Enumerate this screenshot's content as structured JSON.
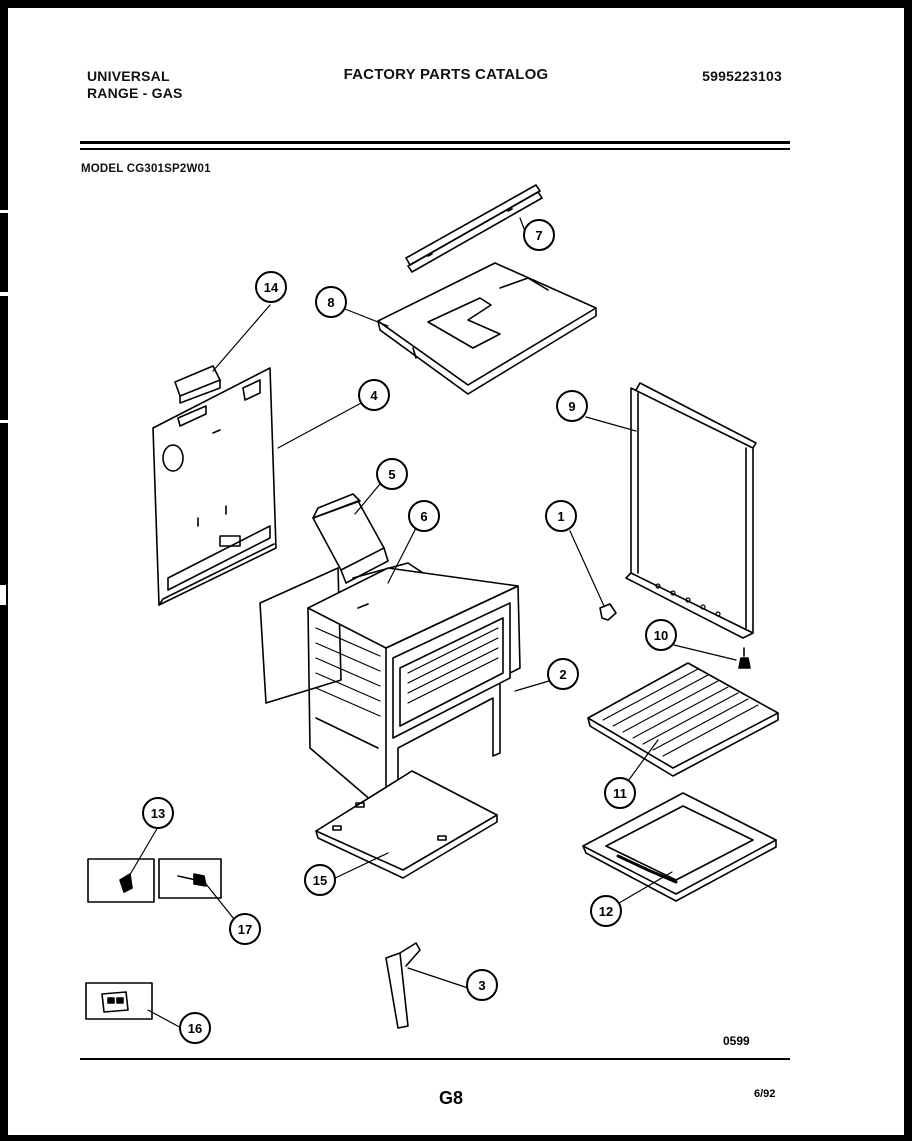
{
  "header": {
    "brand_line1": "UNIVERSAL",
    "brand_line2": "RANGE - GAS",
    "catalog_title": "FACTORY PARTS CATALOG",
    "catalog_number": "5995223103",
    "model": "MODEL CG301SP2W01"
  },
  "callouts": [
    "1",
    "2",
    "3",
    "4",
    "5",
    "6",
    "7",
    "8",
    "9",
    "10",
    "11",
    "12",
    "13",
    "14",
    "15",
    "16",
    "17"
  ],
  "footer": {
    "drawing_code": "0599",
    "page_code": "G8",
    "date_code": "6/92"
  }
}
